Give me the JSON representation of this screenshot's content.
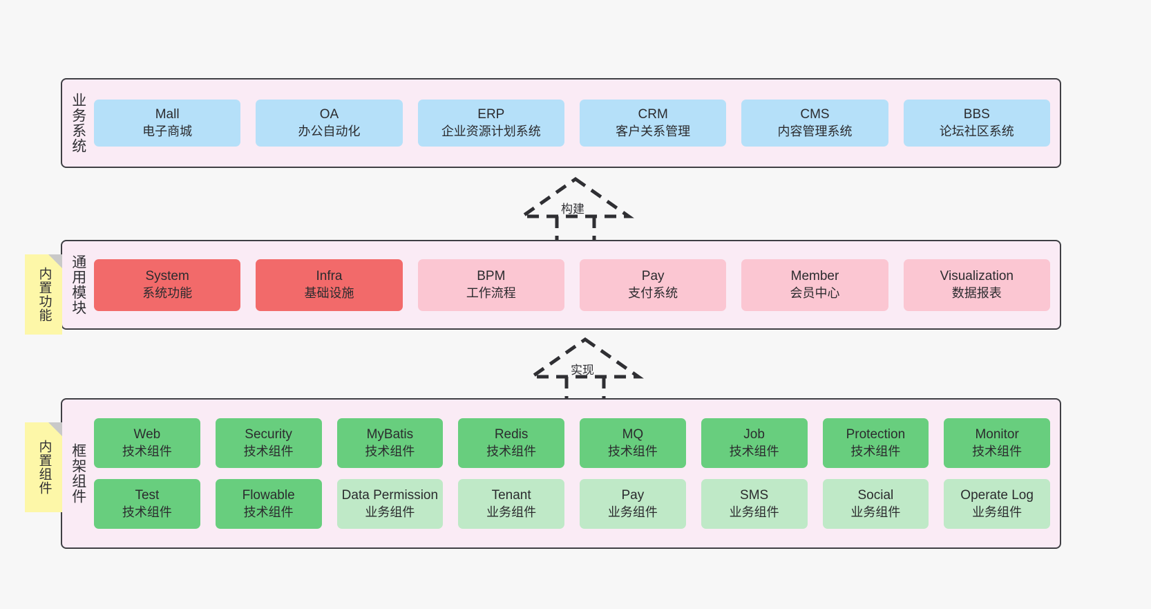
{
  "canvas": {
    "background": "#f7f7f7",
    "panel_fill": "#faebf5",
    "panel_border": "#3f3f44"
  },
  "panels": [
    {
      "id": "business",
      "label": "业务系统",
      "card_color": "#b5e0f9",
      "rows": [
        [
          {
            "title": "Mall",
            "subtitle": "电子商城",
            "style": "blue"
          },
          {
            "title": "OA",
            "subtitle": "办公自动化",
            "style": "blue"
          },
          {
            "title": "ERP",
            "subtitle": "企业资源计划系统",
            "style": "blue"
          },
          {
            "title": "CRM",
            "subtitle": "客户关系管理",
            "style": "blue"
          },
          {
            "title": "CMS",
            "subtitle": "内容管理系统",
            "style": "blue"
          },
          {
            "title": "BBS",
            "subtitle": "论坛社区系统",
            "style": "blue"
          }
        ]
      ]
    },
    {
      "id": "common",
      "label": "通用模块",
      "card_color": "#f26a6a",
      "rows": [
        [
          {
            "title": "System",
            "subtitle": "系统功能",
            "style": "red"
          },
          {
            "title": "Infra",
            "subtitle": "基础设施",
            "style": "red"
          },
          {
            "title": "BPM",
            "subtitle": "工作流程",
            "style": "pink"
          },
          {
            "title": "Pay",
            "subtitle": "支付系统",
            "style": "pink"
          },
          {
            "title": "Member",
            "subtitle": "会员中心",
            "style": "pink"
          },
          {
            "title": "Visualization",
            "subtitle": "数据报表",
            "style": "pink"
          }
        ]
      ]
    },
    {
      "id": "framework",
      "label": "框架组件",
      "card_color": "#68ce7e",
      "rows": [
        [
          {
            "title": "Web",
            "subtitle": "技术组件",
            "style": "green"
          },
          {
            "title": "Security",
            "subtitle": "技术组件",
            "style": "green"
          },
          {
            "title": "MyBatis",
            "subtitle": "技术组件",
            "style": "green"
          },
          {
            "title": "Redis",
            "subtitle": "技术组件",
            "style": "green"
          },
          {
            "title": "MQ",
            "subtitle": "技术组件",
            "style": "green"
          },
          {
            "title": "Job",
            "subtitle": "技术组件",
            "style": "green"
          },
          {
            "title": "Protection",
            "subtitle": "技术组件",
            "style": "green"
          },
          {
            "title": "Monitor",
            "subtitle": "技术组件",
            "style": "green"
          }
        ],
        [
          {
            "title": "Test",
            "subtitle": "技术组件",
            "style": "green"
          },
          {
            "title": "Flowable",
            "subtitle": "技术组件",
            "style": "green"
          },
          {
            "title": "Data Permission",
            "subtitle": "业务组件",
            "style": "lightgreen"
          },
          {
            "title": "Tenant",
            "subtitle": "业务组件",
            "style": "lightgreen"
          },
          {
            "title": "Pay",
            "subtitle": "业务组件",
            "style": "lightgreen"
          },
          {
            "title": "SMS",
            "subtitle": "业务组件",
            "style": "lightgreen"
          },
          {
            "title": "Social",
            "subtitle": "业务组件",
            "style": "lightgreen"
          },
          {
            "title": "Operate Log",
            "subtitle": "业务组件",
            "style": "lightgreen"
          }
        ]
      ]
    }
  ],
  "sticky_notes": [
    {
      "id": "common",
      "text": "内置功能",
      "color": "#fdf7a8"
    },
    {
      "id": "framework",
      "text": "内置组件",
      "color": "#fdf7a8"
    }
  ],
  "arrows": [
    {
      "id": "build",
      "label": "构建",
      "style": "dashed-hollow-triangle",
      "direction": "up"
    },
    {
      "id": "impl",
      "label": "实现",
      "style": "dashed-hollow-triangle",
      "direction": "up"
    }
  ]
}
